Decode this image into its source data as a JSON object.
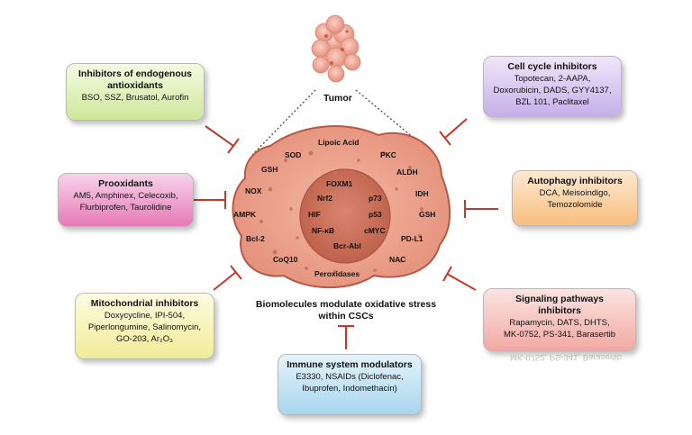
{
  "tumor_label": "Tumor",
  "caption_line1": "Biomolecules modulate oxidative stress",
  "caption_line2": "within CSCs",
  "outer_labels": [
    "Lipoic Acid",
    "SOD",
    "PKC",
    "GSH",
    "ALDH",
    "NOX",
    "IDH",
    "AMPK",
    "GSH",
    "Bcl-2",
    "PD-L1",
    "CoQ10",
    "NAC",
    "Peroxidases"
  ],
  "nucleus_labels": [
    "FOXM1",
    "Nrf2",
    "p73",
    "HIF",
    "p53",
    "NF-κB",
    "cMYC",
    "Bcr-Abl"
  ],
  "boxes": {
    "endogenous": {
      "title": "Inhibitors of endogenous antioxidants",
      "title_l1": "Inhibitors of endogenous",
      "title_l2": "antioxidants",
      "body": "BSO, SSZ, Brusatol, Aurofin"
    },
    "prooxidants": {
      "title": "Prooxidants",
      "body_l1": "AM5, Amphinex, Celecoxib,",
      "body_l2": "Flurbiprofen, Taurolidine"
    },
    "mitochondrial": {
      "title": "Mitochondrial inhibitors",
      "body_l1": "Doxycycline, IPI-504,",
      "body_l2": "Piperlongumine, Salinomycin,",
      "body_l3": "GO-203, Ar₂O₃"
    },
    "immune": {
      "title": "Immune system modulators",
      "body_l1": "E3330, NSAIDs (Diclofenac,",
      "body_l2": "Ibuprofen, Indomethacin)"
    },
    "cell_cycle": {
      "title": "Cell cycle inhibitors",
      "body_l1": "Topotecan, 2-AAPA,",
      "body_l2": "Doxorubicin, DADS, GYY4137,",
      "body_l3": "BZL 101, Paclitaxel"
    },
    "autophagy": {
      "title": "Autophagy inhibitors",
      "body_l1": "DCA, Meisoindigo,",
      "body_l2": "Temozolomide"
    },
    "signaling": {
      "title": "Signaling pathways inhibitors",
      "title_l1": "Signaling pathways",
      "title_l2": "inhibitors",
      "body_l1": "Rapamycin, DATS, DHTS,",
      "body_l2": "MK-0752, PS-341, Barasertib"
    }
  },
  "colors": {
    "inhibitor_arrow": "#c0392b",
    "cell_fill": "#e9a08c",
    "cell_border": "#b25a48",
    "nucleus_fill": "#c96c55"
  }
}
